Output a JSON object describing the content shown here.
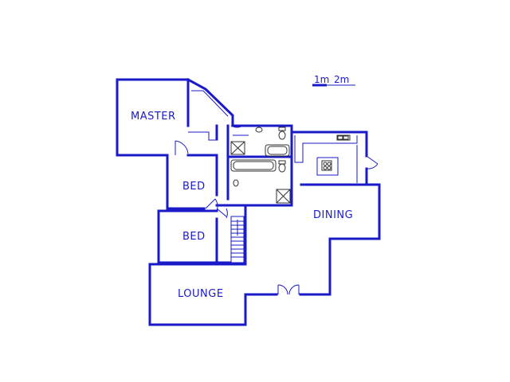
{
  "scale": {
    "label_1": "1m",
    "label_2": "2m"
  },
  "rooms": {
    "master": "MASTER",
    "bed_1": "BED",
    "bed_2": "BED",
    "dining": "DINING",
    "lounge": "LOUNGE"
  },
  "colors": {
    "walls": "#1a1ac8",
    "fixtures": "#333333",
    "background": "#ffffff"
  }
}
